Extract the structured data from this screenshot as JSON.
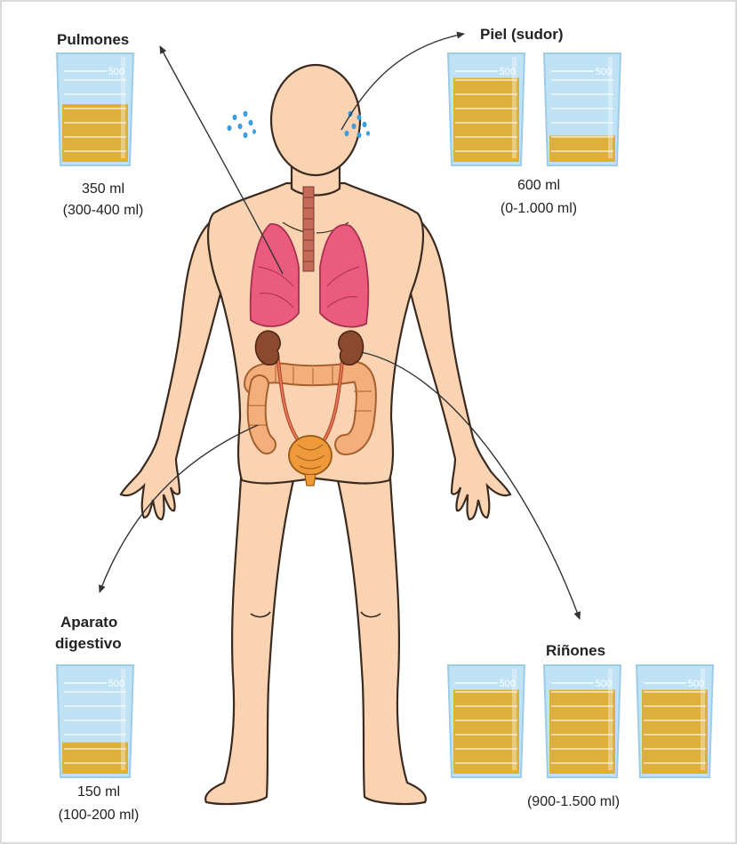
{
  "colors": {
    "skin": "#f9d3b2",
    "skin_outline": "#3a2a20",
    "lungs": "#ea5b7e",
    "kidney": "#8b4a2e",
    "intestine": "#f2ae7c",
    "bladder": "#ee9a3a",
    "beaker_water": "#bfe2f5",
    "beaker_fill": "#ddb03a",
    "arrow": "#333333",
    "droplet": "#3b9ede"
  },
  "beaker_mark": "500",
  "sections": {
    "lungs": {
      "title": "Pulmones",
      "amount": "350 ml",
      "range": "(300-400 ml)",
      "beakers": [
        {
          "fill": 0.55
        }
      ]
    },
    "skin": {
      "title": "Piel (sudor)",
      "amount": "600 ml",
      "range": "(0-1.000 ml)",
      "beakers": [
        {
          "fill": 0.8
        },
        {
          "fill": 0.25
        }
      ]
    },
    "digestive": {
      "title_line1": "Aparato",
      "title_line2": "digestivo",
      "amount": "150 ml",
      "range": "(100-200 ml)",
      "beakers": [
        {
          "fill": 0.3
        }
      ]
    },
    "kidneys": {
      "title": "Riñones",
      "range": "(900-1.500 ml)",
      "beakers": [
        {
          "fill": 0.8
        },
        {
          "fill": 0.8
        },
        {
          "fill": 0.8
        }
      ]
    }
  }
}
